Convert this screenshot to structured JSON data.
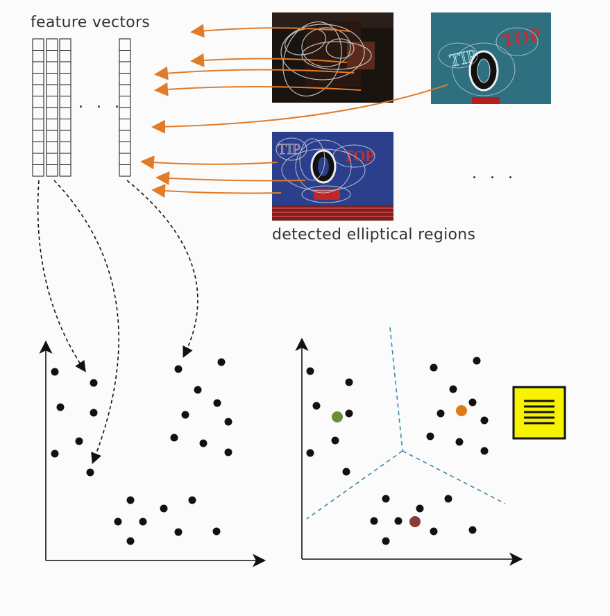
{
  "labels": {
    "feature_vectors": "feature vectors",
    "detected_regions": "detected elliptical regions",
    "vector_ellipsis": ". . .",
    "image_ellipsis": ". . ."
  },
  "colors": {
    "arrow": "#e07b2a",
    "teal_boundary": "#3a88a8",
    "green_centroid": "#6b8e3a",
    "orange_centroid": "#e07b1a",
    "red_centroid": "#8b3a3a",
    "codebook_bg": "#f7f200"
  },
  "images": [
    {
      "name": "image-night-sign-closeup",
      "sign_text": ""
    },
    {
      "name": "image-tip-top-sign",
      "sign_text": "TIP TOP"
    },
    {
      "name": "image-tip-top-sign-ellipses",
      "sign_text": "TIP TOP"
    }
  ],
  "icons": [
    "codebook-icon"
  ]
}
